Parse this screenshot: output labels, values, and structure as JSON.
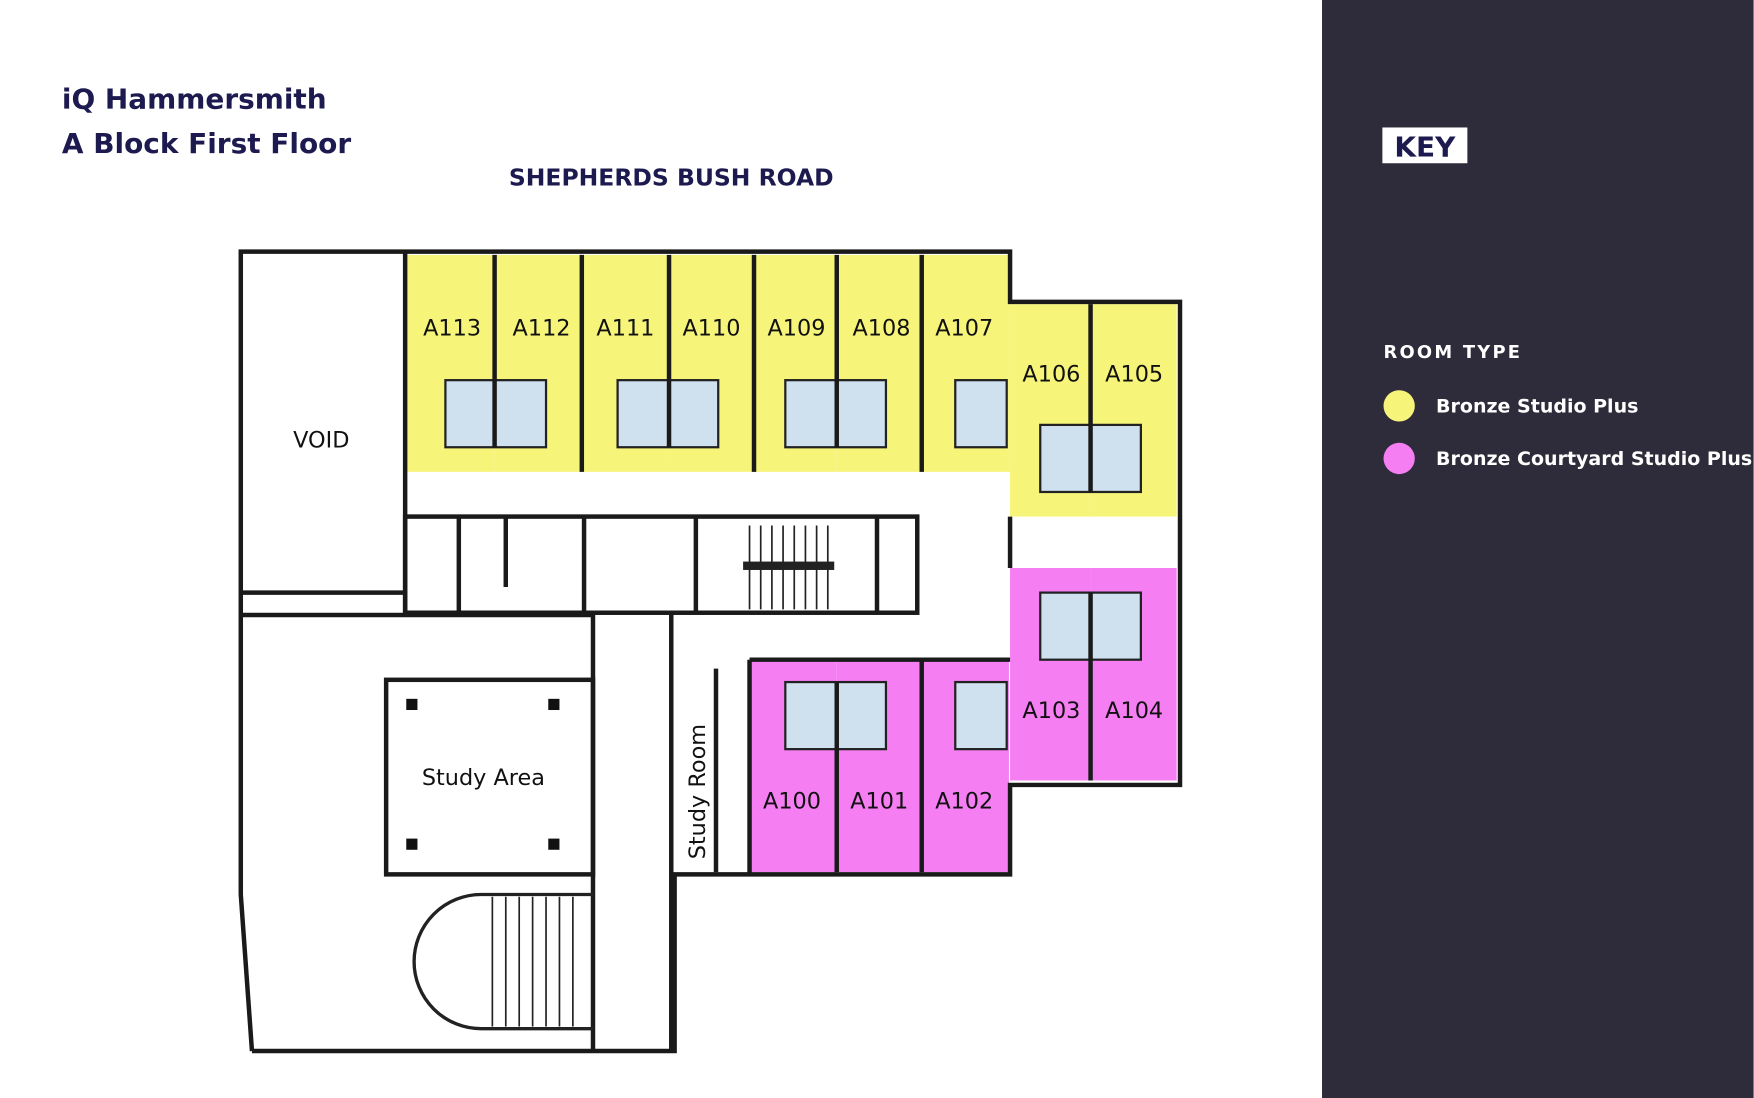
{
  "header": {
    "building": "iQ Hammersmith",
    "floor": "A Block First Floor",
    "road": "SHEPHERDS BUSH ROAD"
  },
  "areas": {
    "void": "VOID",
    "study_area": "Study Area",
    "study_room": "Study Room"
  },
  "rooms": {
    "A113": "A113",
    "A112": "A112",
    "A111": "A111",
    "A110": "A110",
    "A109": "A109",
    "A108": "A108",
    "A107": "A107",
    "A106": "A106",
    "A105": "A105",
    "A104": "A104",
    "A103": "A103",
    "A102": "A102",
    "A101": "A101",
    "A100": "A100"
  },
  "key": {
    "title": "KEY",
    "section": "ROOM TYPE",
    "items": [
      {
        "label": "Bronze Studio Plus",
        "color": "#f6f57a"
      },
      {
        "label": "Bronze Courtyard Studio Plus",
        "color": "#f57ef3"
      }
    ]
  },
  "colors": {
    "panel": "#2e2b3a",
    "title": "#1c1a4f",
    "bathroom": "#cfe0ee"
  }
}
